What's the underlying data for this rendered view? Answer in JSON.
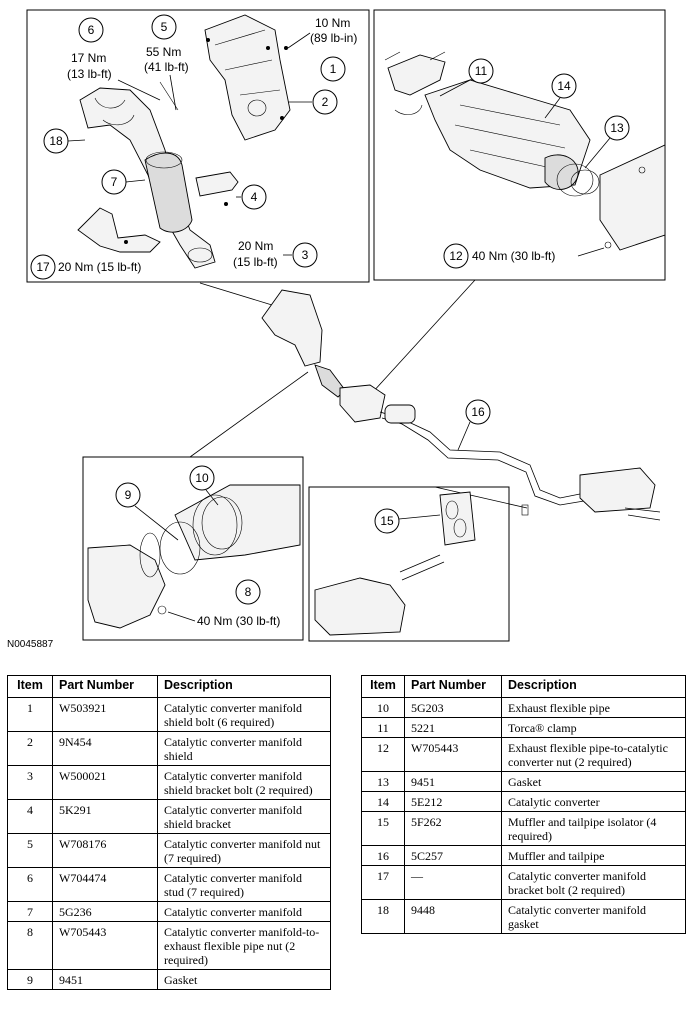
{
  "figure_id": "N0045887",
  "callouts": [
    {
      "n": "1"
    },
    {
      "n": "2"
    },
    {
      "n": "3"
    },
    {
      "n": "4"
    },
    {
      "n": "5"
    },
    {
      "n": "6"
    },
    {
      "n": "7"
    },
    {
      "n": "8"
    },
    {
      "n": "9"
    },
    {
      "n": "10"
    },
    {
      "n": "11"
    },
    {
      "n": "12"
    },
    {
      "n": "13"
    },
    {
      "n": "14"
    },
    {
      "n": "15"
    },
    {
      "n": "16"
    },
    {
      "n": "17"
    },
    {
      "n": "18"
    }
  ],
  "torques": {
    "t1": {
      "a": "10 Nm",
      "b": "(89 lb-in)"
    },
    "t5": {
      "a": "55 Nm",
      "b": "(41 lb-ft)"
    },
    "t6": {
      "a": "17 Nm",
      "b": "(13 lb-ft)"
    },
    "t3": {
      "a": "20 Nm",
      "b": "(15 lb-ft)"
    },
    "t17": "20 Nm (15 lb-ft)",
    "t12": "40 Nm (30 lb-ft)",
    "t8": "40 Nm (30 lb-ft)"
  },
  "table": {
    "headers": [
      "Item",
      "Part Number",
      "Description"
    ],
    "left_rows": [
      {
        "item": "1",
        "part": "W503921",
        "desc": "Catalytic converter manifold shield bolt (6 required)"
      },
      {
        "item": "2",
        "part": "9N454",
        "desc": "Catalytic converter manifold shield"
      },
      {
        "item": "3",
        "part": "W500021",
        "desc": "Catalytic converter manifold shield bracket bolt (2 required)"
      },
      {
        "item": "4",
        "part": "5K291",
        "desc": "Catalytic converter manifold shield bracket"
      },
      {
        "item": "5",
        "part": "W708176",
        "desc": "Catalytic converter manifold nut (7 required)"
      },
      {
        "item": "6",
        "part": "W704474",
        "desc": "Catalytic converter manifold stud (7 required)"
      },
      {
        "item": "7",
        "part": "5G236",
        "desc": "Catalytic converter manifold"
      },
      {
        "item": "8",
        "part": "W705443",
        "desc": "Catalytic converter manifold-to-exhaust flexible pipe nut (2 required)"
      },
      {
        "item": "9",
        "part": "9451",
        "desc": "Gasket"
      }
    ],
    "right_rows": [
      {
        "item": "10",
        "part": "5G203",
        "desc": "Exhaust flexible pipe"
      },
      {
        "item": "11",
        "part": "5221",
        "desc": "Torca® clamp"
      },
      {
        "item": "12",
        "part": "W705443",
        "desc": "Exhaust flexible pipe-to-catalytic converter nut (2 required)"
      },
      {
        "item": "13",
        "part": "9451",
        "desc": "Gasket"
      },
      {
        "item": "14",
        "part": "5E212",
        "desc": "Catalytic converter"
      },
      {
        "item": "15",
        "part": "5F262",
        "desc": "Muffler and tailpipe isolator (4 required)"
      },
      {
        "item": "16",
        "part": "5C257",
        "desc": "Muffler and tailpipe"
      },
      {
        "item": "17",
        "part": "—",
        "desc": "Catalytic converter manifold bracket bolt (2 required)"
      },
      {
        "item": "18",
        "part": "9448",
        "desc": "Catalytic converter manifold gasket"
      }
    ]
  }
}
